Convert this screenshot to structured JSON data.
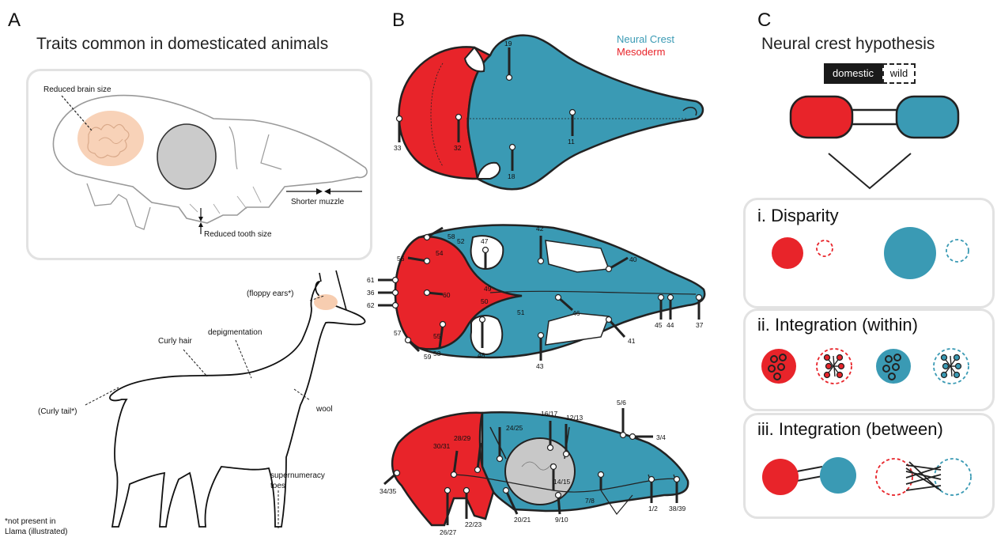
{
  "panels": {
    "a": {
      "letter": "A",
      "title": "Traits common in domesticated animals",
      "skull_labels": {
        "brain": "Reduced brain size",
        "muzzle": "Shorter muzzle",
        "tooth": "Reduced tooth size"
      },
      "llama_labels": {
        "floppy_ears": "(floppy ears*)",
        "depigmentation": "depigmentation",
        "curly_hair": "Curly hair",
        "curly_tail": "(Curly tail*)",
        "wool": "wool",
        "toes_line1": "supernumeracy",
        "toes_line2": "toes"
      },
      "footnote_line1": "*not present in",
      "footnote_line2": "Llama (illustrated)"
    },
    "b": {
      "letter": "B",
      "legend": {
        "neural_crest": "Neural Crest",
        "mesoderm": "Mesoderm"
      },
      "colors": {
        "neural_crest": "#3a9ab4",
        "mesoderm": "#e8242a"
      },
      "dorsal_landmarks": [
        "19",
        "33",
        "32",
        "18",
        "11"
      ],
      "ventral_landmarks": [
        "58",
        "47",
        "42",
        "54",
        "52",
        "56",
        "40",
        "61",
        "49",
        "36",
        "60",
        "50",
        "62",
        "51",
        "46",
        "45",
        "44",
        "37",
        "57",
        "55",
        "41",
        "59",
        "53",
        "48",
        "43"
      ],
      "lateral_landmarks": [
        "16/17",
        "12/13",
        "5/6",
        "3/4",
        "24/25",
        "28/29",
        "30/31",
        "14/15",
        "34/35",
        "7/8",
        "9/10",
        "1/2",
        "38/39",
        "26/27",
        "22/23",
        "20/21"
      ]
    },
    "c": {
      "letter": "C",
      "title": "Neural crest hypothesis",
      "legend_domestic": "domestic",
      "legend_wild": "wild",
      "sections": [
        {
          "title": "i. Disparity"
        },
        {
          "title": "ii. Integration (within)"
        },
        {
          "title": "iii. Integration (between)"
        }
      ]
    }
  }
}
